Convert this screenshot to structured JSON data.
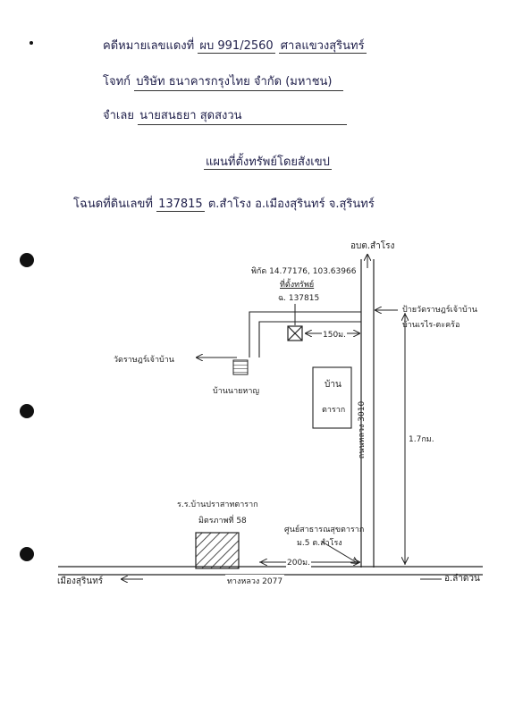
{
  "header": {
    "case_label": "คดีหมายเลขแดงที่",
    "case_no": "ผบ 991/2560",
    "court": "ศาลแขวงสุรินทร์",
    "plaintiff_label": "โจทก์",
    "plaintiff": "บริษัท ธนาคารกรุงไทย จำกัด (มหาชน)",
    "defendant_label": "จำเลย",
    "defendant": "นายสนธยา สุดสงวน"
  },
  "map_title": "แผนที่ตั้งทรัพย์โดยสังเขป",
  "deed_line": {
    "prefix": "โฉนดที่ดินเลขที่",
    "deed_no": "137815",
    "location": "ต.สำโรง อ.เมืองสุรินทร์ จ.สุรินทร์"
  },
  "map": {
    "abt_north": "อบต.สำโรง",
    "coords": "พิกัด 14.77176, 103.63966",
    "property_label": "ที่ตั้งทรัพย์",
    "property_deed": "ฉ. 137815",
    "dist_to_road": "150ม.",
    "sign_line1": "ป้ายวัดราษฎร์เจ้าบ้าน",
    "sign_line2": "บ้านเรไร-ตะคร้อ",
    "temple": "วัดราษฎร์เจ้าบ้าน",
    "house_name": "บ้านนายหาญ",
    "box_line1": "บ้าน",
    "box_line2": "ตาราก",
    "road_vertical": "ถนนหลวง 3010",
    "dist_vertical": "1.7กม.",
    "school_line1": "ร.ร.บ้านปราสาทตาราก",
    "school_line2": "มิตรภาพที่ 58",
    "health_line1": "ศูนย์สาธารณสุขตาราก",
    "health_line2": "ม.5 ต.สำโรง",
    "dist_bottom": "200ม.",
    "road_bottom": "ทางหลวง 2077",
    "west_dest": "เมืองสุรินทร์",
    "east_dest": "อ.ลำดวน"
  }
}
